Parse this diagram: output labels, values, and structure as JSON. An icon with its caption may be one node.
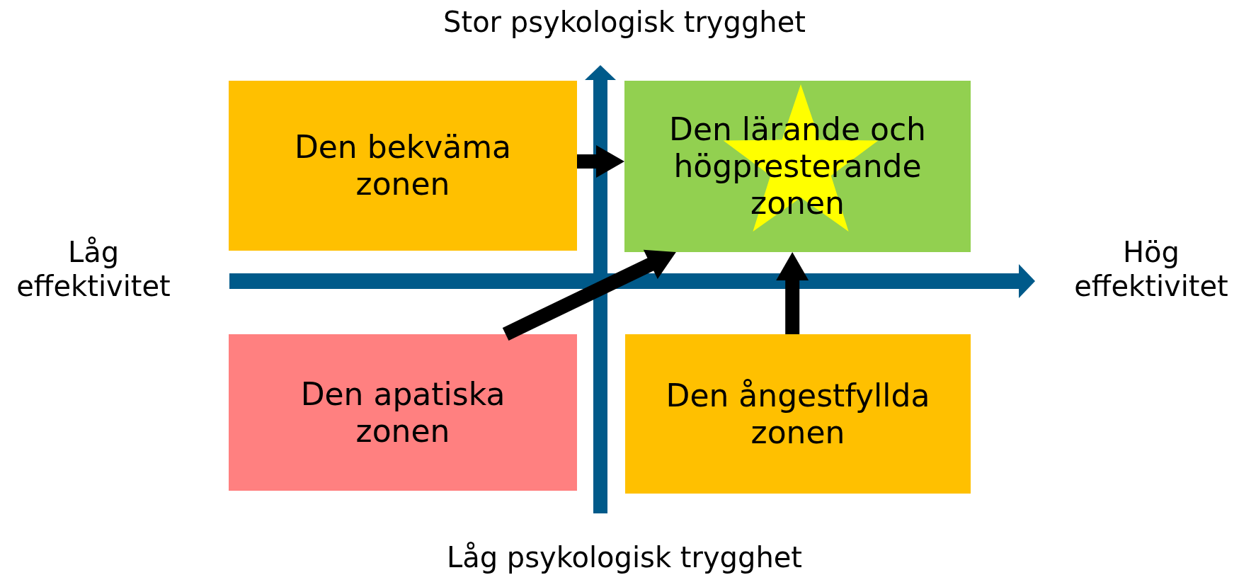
{
  "diagram": {
    "nodes": [
      {
        "text": [
          "Den bekväma zonen"
        ]
      },
      {
        "text": [
          "Den lärande och högpresterande zonen"
        ]
      },
      {
        "text": [
          "Den apatiska zonen"
        ]
      },
      {
        "text": [
          "Den ångestfyllda zonen"
        ]
      }
    ],
    "edges": [
      {
        "from": 0,
        "to": 1,
        "arrow": "to"
      },
      {
        "from": 2,
        "to": 1,
        "arrow": "to"
      },
      {
        "from": 3,
        "to": 1,
        "arrow": "to"
      }
    ],
    "labels": [
      "Stor psykologisk trygghet",
      "Låg effektivitet",
      "Hög effektivitet",
      "Låg psykologisk trygghet"
    ]
  }
}
